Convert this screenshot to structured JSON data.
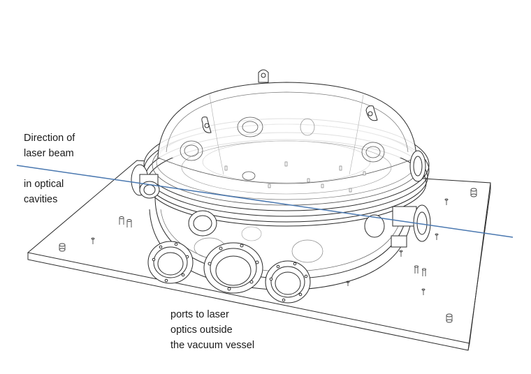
{
  "annotations": {
    "beam_direction": [
      "Direction of",
      "laser beam"
    ],
    "optical_cavities": [
      "in optical",
      "cavities"
    ],
    "optics_ports": [
      "ports to laser",
      "optics outside",
      "the vacuum vessel"
    ]
  },
  "colors": {
    "beam_line": "#4a78b0",
    "outline": "#2b2b2b",
    "background": "#ffffff"
  },
  "icon": "vacuum-vessel-line-drawing"
}
